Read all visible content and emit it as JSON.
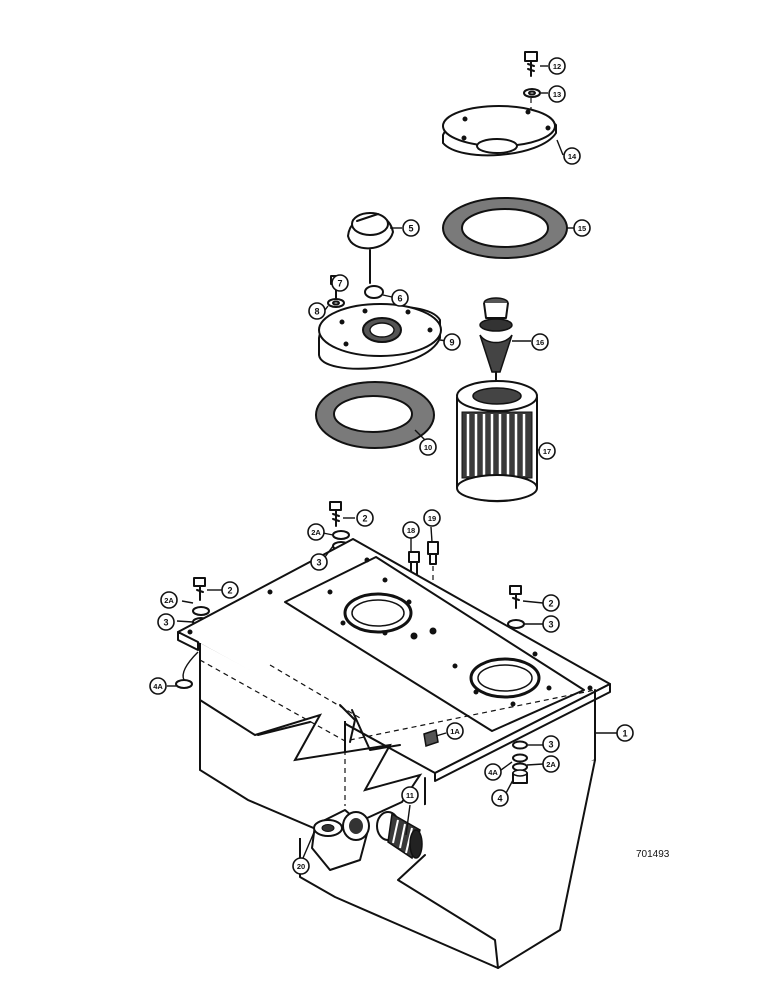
{
  "figure_number": "701493",
  "callouts": [
    {
      "label": "12"
    },
    {
      "label": "13"
    },
    {
      "label": "14"
    },
    {
      "label": "15"
    },
    {
      "label": "5"
    },
    {
      "label": "7"
    },
    {
      "label": "6"
    },
    {
      "label": "8"
    },
    {
      "label": "9"
    },
    {
      "label": "16"
    },
    {
      "label": "10"
    },
    {
      "label": "17"
    },
    {
      "label": "2"
    },
    {
      "label": "2A"
    },
    {
      "label": "3"
    },
    {
      "label": "18"
    },
    {
      "label": "19"
    },
    {
      "label": "2"
    },
    {
      "label": "2A"
    },
    {
      "label": "3"
    },
    {
      "label": "2"
    },
    {
      "label": "3"
    },
    {
      "label": "4A"
    },
    {
      "label": "1"
    },
    {
      "label": "1A"
    },
    {
      "label": "3"
    },
    {
      "label": "4A"
    },
    {
      "label": "2A"
    },
    {
      "label": "4"
    },
    {
      "label": "11"
    },
    {
      "label": "20"
    }
  ]
}
